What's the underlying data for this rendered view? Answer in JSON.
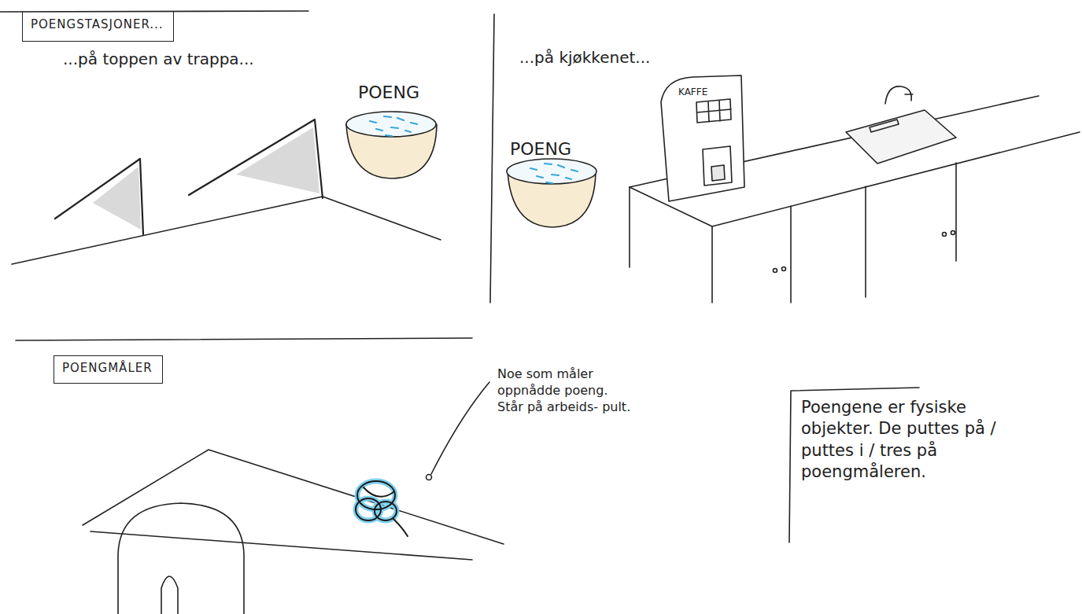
{
  "diagram": {
    "nodes": [
      {
        "text": [
          "POENGSTASJONER..."
        ]
      },
      {
        "text": [
          "POENGMÅLER"
        ]
      },
      {
        "text": [
          "Poengene er fysiske objekter. De puttes på / puttes i / tres på poengmåleren."
        ]
      }
    ],
    "labels": [
      "...på toppen av trappa...",
      "POENG",
      "...på kjøkkenet...",
      "KAFFE",
      "POENG",
      "Noe som måler oppnådde poeng. Står på arbeids- pult."
    ]
  }
}
